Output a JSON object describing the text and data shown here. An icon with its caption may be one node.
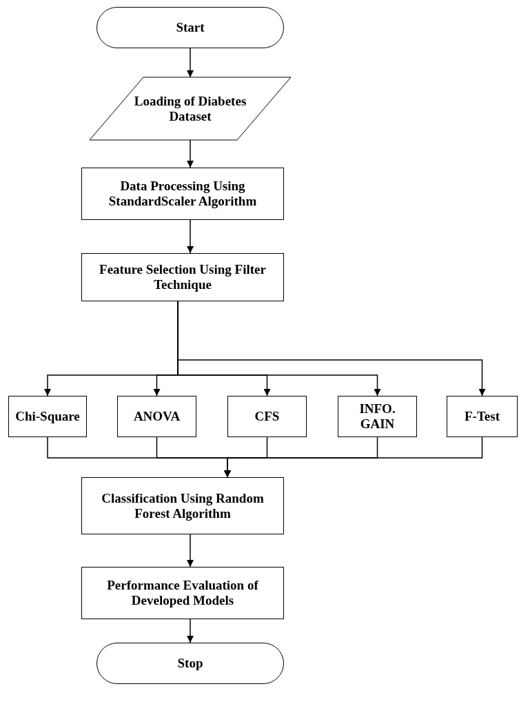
{
  "diagram": {
    "nodes": [
      {
        "text": [
          "Start"
        ]
      },
      {
        "text": [
          "Loading of Diabetes Dataset"
        ]
      },
      {
        "text": [
          "Data Processing Using StandardScaler Algorithm"
        ]
      },
      {
        "text": [
          "Feature Selection Using Filter Technique"
        ]
      },
      {
        "text": [
          "Chi-Square"
        ]
      },
      {
        "text": [
          "ANOVA"
        ]
      },
      {
        "text": [
          "CFS"
        ]
      },
      {
        "text": [
          "INFO. GAIN"
        ]
      },
      {
        "text": [
          "F-Test"
        ]
      },
      {
        "text": [
          "Classification Using Random Forest Algorithm"
        ]
      },
      {
        "text": [
          "Performance Evaluation of Developed Models"
        ]
      },
      {
        "text": [
          "Stop"
        ]
      }
    ],
    "edges": [
      {
        "from": 0,
        "to": 1,
        "arrow": "to"
      },
      {
        "from": 1,
        "to": 2,
        "arrow": "to"
      },
      {
        "from": 2,
        "to": 3,
        "arrow": "to"
      },
      {
        "from": 3,
        "to": 4,
        "arrow": "to"
      },
      {
        "from": 3,
        "to": 5,
        "arrow": "to"
      },
      {
        "from": 3,
        "to": 6,
        "arrow": "to"
      },
      {
        "from": 3,
        "to": 7,
        "arrow": "to"
      },
      {
        "from": 3,
        "to": 8,
        "arrow": "to"
      },
      {
        "from": 4,
        "to": 9,
        "arrow": "to"
      },
      {
        "from": 5,
        "to": 9,
        "arrow": "to"
      },
      {
        "from": 6,
        "to": 9,
        "arrow": "to"
      },
      {
        "from": 7,
        "to": 9,
        "arrow": "to"
      },
      {
        "from": 8,
        "to": 9,
        "arrow": "to"
      },
      {
        "from": 9,
        "to": 10,
        "arrow": "to"
      },
      {
        "from": 10,
        "to": 11,
        "arrow": "to"
      }
    ]
  }
}
